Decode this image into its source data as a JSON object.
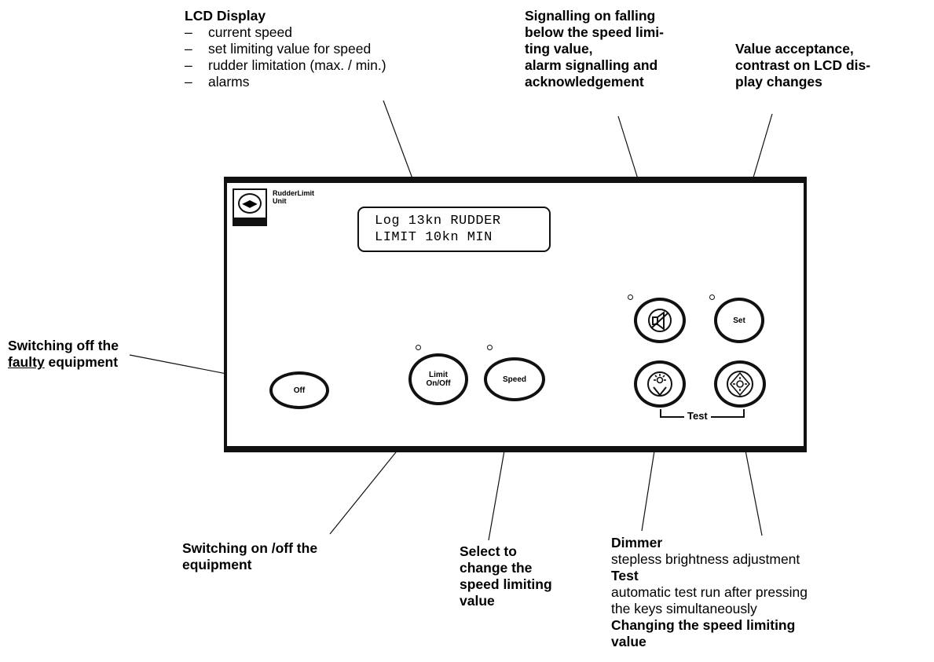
{
  "captions": {
    "lcd_display": {
      "title": "LCD Display",
      "items": [
        "current speed",
        "set limiting value for speed",
        "rudder limitation (max. / min.)",
        "alarms"
      ]
    },
    "signalling": [
      "Signalling on falling",
      "below  the speed limi-",
      "ting value,",
      "alarm signalling and",
      "acknowledgement"
    ],
    "value_acceptance": [
      "Value  acceptance,",
      "contrast on LCD dis-",
      "play changes"
    ],
    "switch_off": {
      "line1": "Switching off the",
      "line2_u": "faulty",
      "line2_rest": " equipment"
    },
    "switch_on_off": [
      "Switching on /off the",
      "equipment"
    ],
    "select_change": [
      "Select  to",
      "change  the",
      "speed  limiting",
      "value"
    ],
    "dimmer": {
      "title": "Dimmer",
      "text": "stepless  brightness adjustment",
      "test_title": "Test",
      "test_text": [
        "automatic test run after pressing",
        "the keys simultaneously"
      ],
      "change_title": [
        "Changing the speed limiting",
        "value"
      ]
    }
  },
  "panel": {
    "unit_name": [
      "RudderLimit",
      "Unit"
    ],
    "lcd_lines": [
      "Log 13kn RUDDER",
      "LIMIT 10kn MIN"
    ],
    "buttons": {
      "off": "Off",
      "limit": [
        "Limit",
        "On/Off"
      ],
      "speed": "Speed",
      "set": "Set"
    },
    "test_label": "Test"
  },
  "icons": [
    "alarm-acknowledge-icon",
    "dimmer-down-icon",
    "brightness-up-icon"
  ]
}
